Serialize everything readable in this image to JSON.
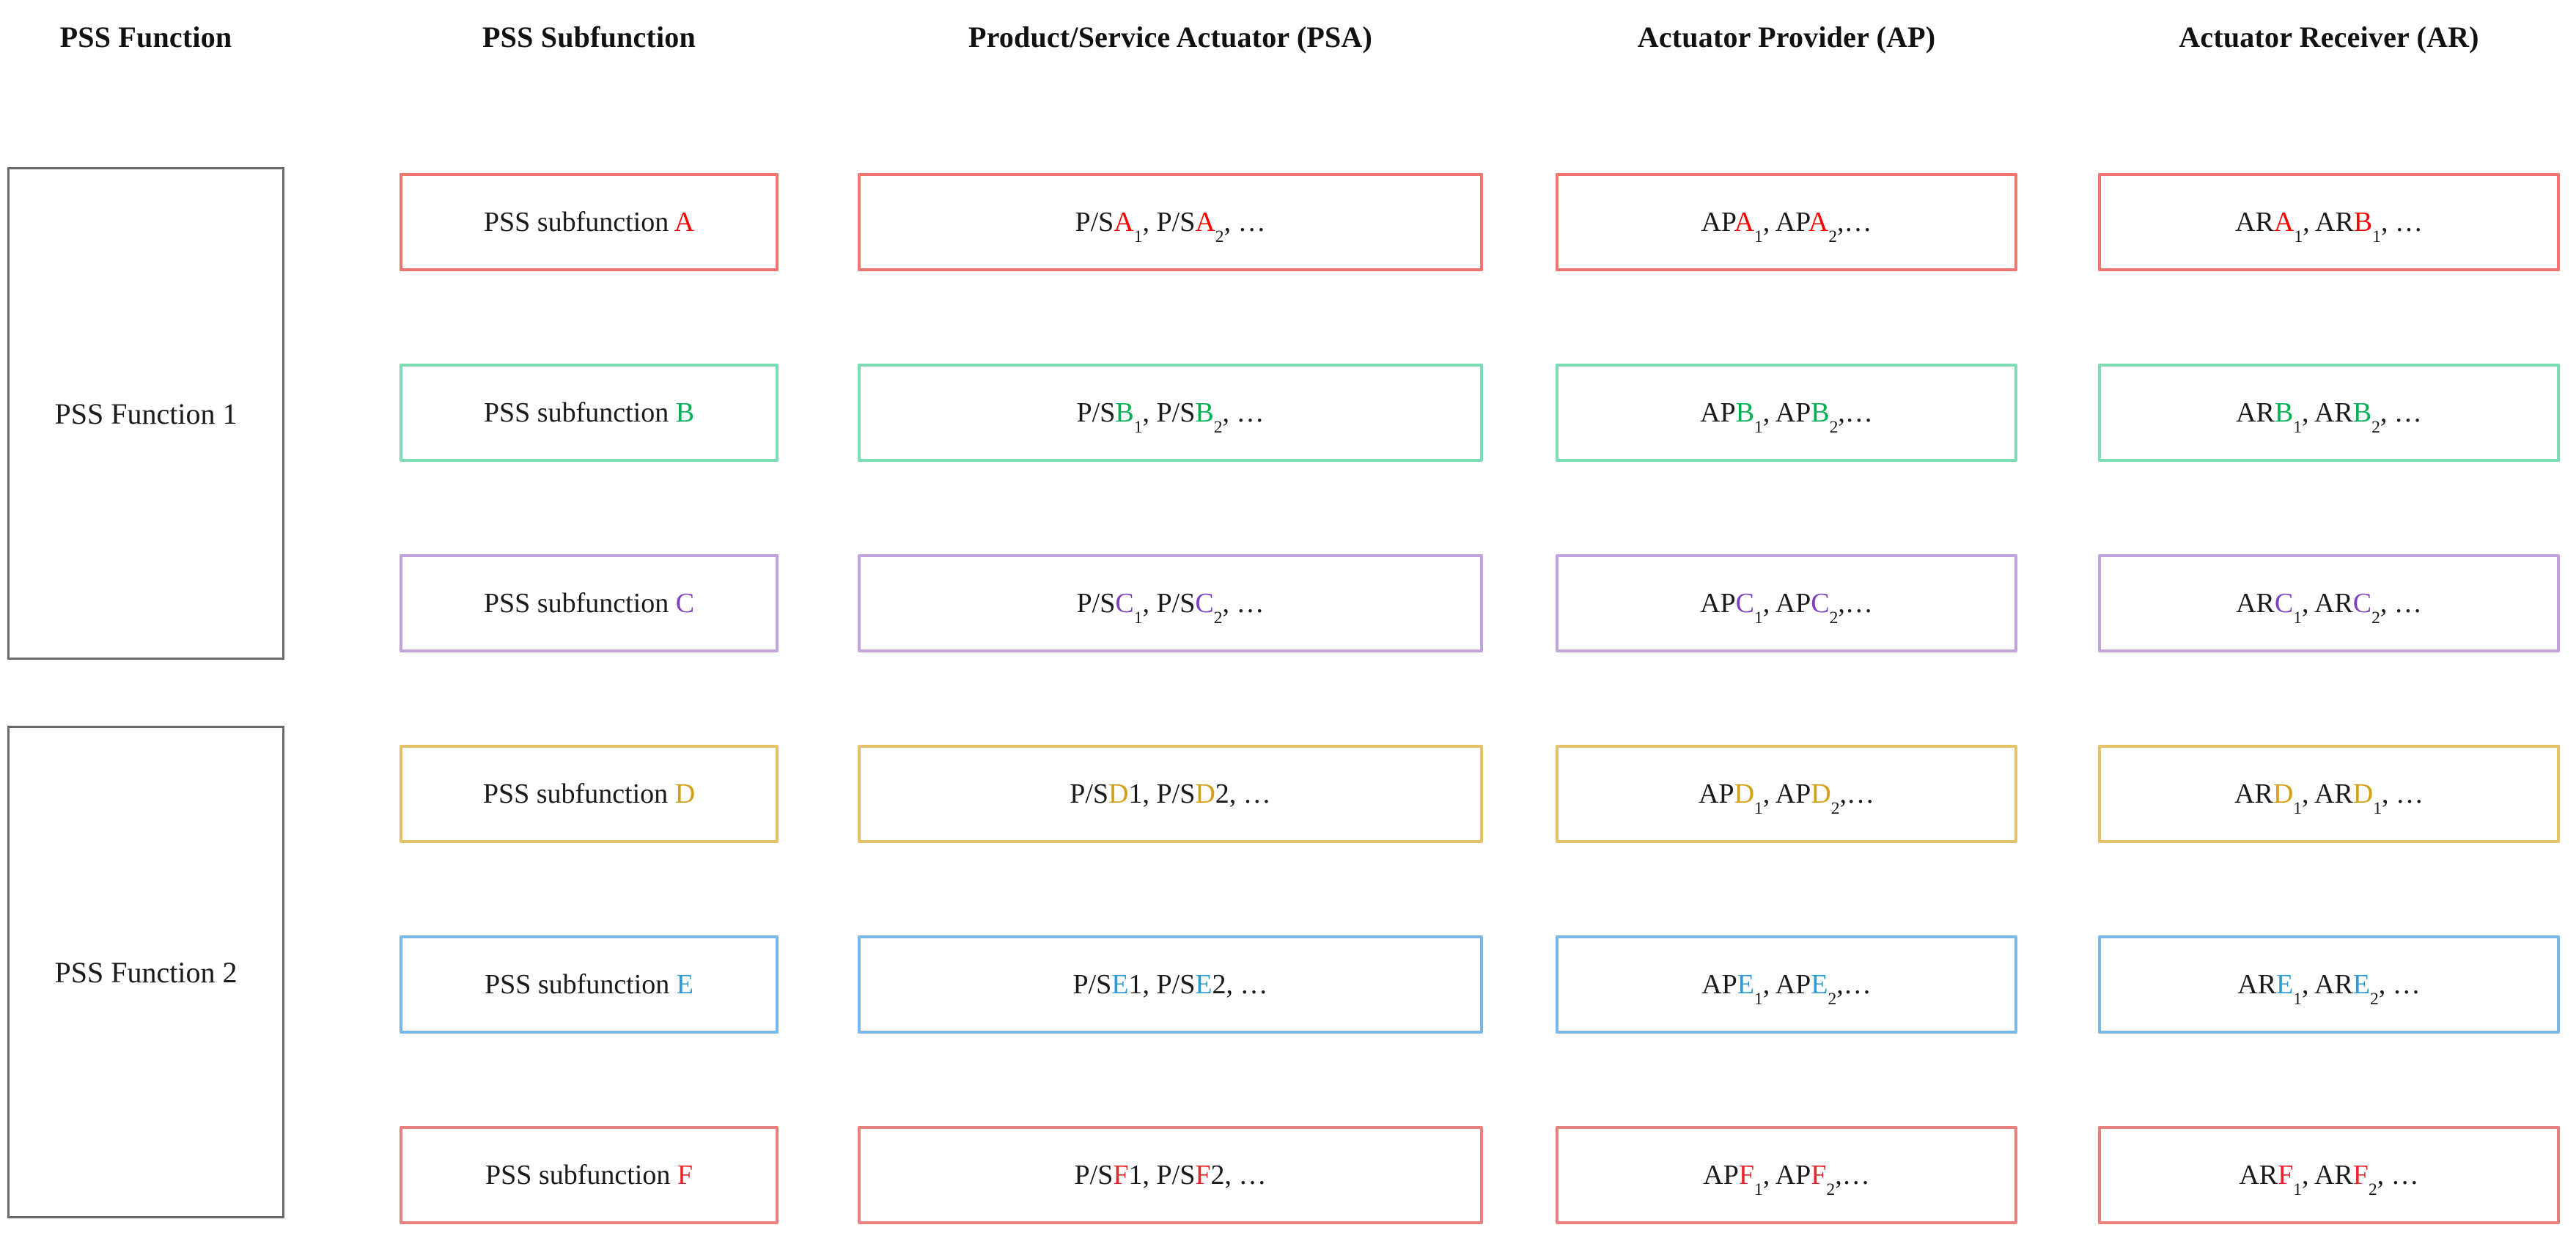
{
  "headers": [
    {
      "id": "pss-function",
      "label": "PSS Function"
    },
    {
      "id": "pss-subfunction",
      "label": "PSS Subfunction"
    },
    {
      "id": "psa",
      "label": "Product/Service Actuator (PSA)"
    },
    {
      "id": "ap",
      "label": "Actuator Provider (AP)"
    },
    {
      "id": "ar",
      "label": "Actuator Receiver (AR)"
    }
  ],
  "functions": [
    {
      "label": "PSS Function 1",
      "border": "#6b6b6b"
    },
    {
      "label": "PSS Function 2",
      "border": "#6b6b6b"
    }
  ],
  "palette": {
    "red_a": {
      "border": "#F07470",
      "text": "#FF0000"
    },
    "green_b": {
      "border": "#7BDCB5",
      "text": "#00B050"
    },
    "purple_c": {
      "border": "#C3A3DC",
      "text": "#7F3FBF"
    },
    "gold_d": {
      "border": "#E3C26A",
      "text": "#D4A017"
    },
    "blue_e": {
      "border": "#7AB8E8",
      "text": "#2E9BD6"
    },
    "red_f": {
      "border": "#E8807F",
      "text": "#E8252B"
    },
    "box_gray": "#6b6b6b",
    "text_black": "#1a1a1a",
    "background": "#ffffff"
  },
  "rows": [
    {
      "key": "A",
      "accent": "red_a",
      "subfunction": {
        "prefix": "PSS subfunction ",
        "letter": "A",
        "suffix": ""
      },
      "psa": {
        "items": [
          {
            "pre": "P/S",
            "letter": "A",
            "sub": "1"
          },
          {
            "pre": "P/S",
            "letter": "A",
            "sub": "2"
          }
        ],
        "tail": ", …"
      },
      "ap": {
        "items": [
          {
            "pre": "AP",
            "letter": "A",
            "sub": "1"
          },
          {
            "pre": "AP",
            "letter": "A",
            "sub": "2"
          }
        ],
        "tail": ",…"
      },
      "ar": {
        "items": [
          {
            "pre": "AR",
            "letter": "A",
            "sub": "1"
          },
          {
            "pre": "AR",
            "letter": "B",
            "sub": "1"
          }
        ],
        "tail": ", …"
      }
    },
    {
      "key": "B",
      "accent": "green_b",
      "subfunction": {
        "prefix": "PSS subfunction ",
        "letter": "B",
        "suffix": ""
      },
      "psa": {
        "items": [
          {
            "pre": "P/S",
            "letter": "B",
            "sub": "1"
          },
          {
            "pre": "P/S",
            "letter": "B",
            "sub": "2"
          }
        ],
        "tail": ", …"
      },
      "ap": {
        "items": [
          {
            "pre": "AP",
            "letter": "B",
            "sub": "1"
          },
          {
            "pre": "AP",
            "letter": "B",
            "sub": "2"
          }
        ],
        "tail": ",…"
      },
      "ar": {
        "items": [
          {
            "pre": "AR",
            "letter": "B",
            "sub": "1"
          },
          {
            "pre": "AR",
            "letter": "B",
            "sub": "2"
          }
        ],
        "tail": ", …"
      }
    },
    {
      "key": "C",
      "accent": "purple_c",
      "subfunction": {
        "prefix": "PSS subfunction ",
        "letter": "C",
        "suffix": ""
      },
      "psa": {
        "items": [
          {
            "pre": "P/S",
            "letter": "C",
            "sub": "1"
          },
          {
            "pre": "P/S",
            "letter": "C",
            "sub": "2"
          }
        ],
        "tail": ", …"
      },
      "ap": {
        "items": [
          {
            "pre": "AP",
            "letter": "C",
            "sub": "1"
          },
          {
            "pre": "AP",
            "letter": "C",
            "sub": "2"
          }
        ],
        "tail": ",…"
      },
      "ar": {
        "items": [
          {
            "pre": "AR",
            "letter": "C",
            "sub": "1"
          },
          {
            "pre": "AR",
            "letter": "C",
            "sub": "2"
          }
        ],
        "tail": ", …"
      }
    },
    {
      "key": "D",
      "accent": "gold_d",
      "subfunction": {
        "prefix": "PSS subfunction ",
        "letter": "D",
        "suffix": ""
      },
      "psa": {
        "items": [
          {
            "pre": "P/S",
            "letter": "D",
            "num": "1"
          },
          {
            "pre": "P/S",
            "letter": "D",
            "num": "2"
          }
        ],
        "tail": ", …"
      },
      "ap": {
        "items": [
          {
            "pre": "AP",
            "letter": "D",
            "sub": "1"
          },
          {
            "pre": "AP",
            "letter": "D",
            "sub": "2"
          }
        ],
        "tail": ",…"
      },
      "ar": {
        "items": [
          {
            "pre": "AR",
            "letter": "D",
            "sub": "1"
          },
          {
            "pre": "AR",
            "letter": "D",
            "sub": "1"
          }
        ],
        "tail": ", …"
      }
    },
    {
      "key": "E",
      "accent": "blue_e",
      "subfunction": {
        "prefix": "PSS subfunction ",
        "letter": "E",
        "suffix": ""
      },
      "psa": {
        "items": [
          {
            "pre": "P/S",
            "letter": "E",
            "num": "1"
          },
          {
            "pre": "P/S",
            "letter": "E",
            "num": "2"
          }
        ],
        "tail": ", …"
      },
      "ap": {
        "items": [
          {
            "pre": "AP",
            "letter": "E",
            "sub": "1"
          },
          {
            "pre": "AP",
            "letter": "E",
            "sub": "2"
          }
        ],
        "tail": ",…"
      },
      "ar": {
        "items": [
          {
            "pre": "AR",
            "letter": "E",
            "sub": "1"
          },
          {
            "pre": "AR",
            "letter": "E",
            "sub": "2"
          }
        ],
        "tail": ", …"
      }
    },
    {
      "key": "F",
      "accent": "red_f",
      "subfunction": {
        "prefix": "PSS subfunction ",
        "letter": "F",
        "suffix": ""
      },
      "psa": {
        "items": [
          {
            "pre": "P/S",
            "letter": "F",
            "num": "1"
          },
          {
            "pre": "P/S",
            "letter": "F",
            "num": "2"
          }
        ],
        "tail": ", …"
      },
      "ap": {
        "items": [
          {
            "pre": "AP",
            "letter": "F",
            "sub": "1"
          },
          {
            "pre": "AP",
            "letter": "F",
            "sub": "2"
          }
        ],
        "tail": ",…"
      },
      "ar": {
        "items": [
          {
            "pre": "AR",
            "letter": "F",
            "sub": "1"
          },
          {
            "pre": "AR",
            "letter": "F",
            "sub": "2"
          }
        ],
        "tail": ", …"
      }
    }
  ]
}
